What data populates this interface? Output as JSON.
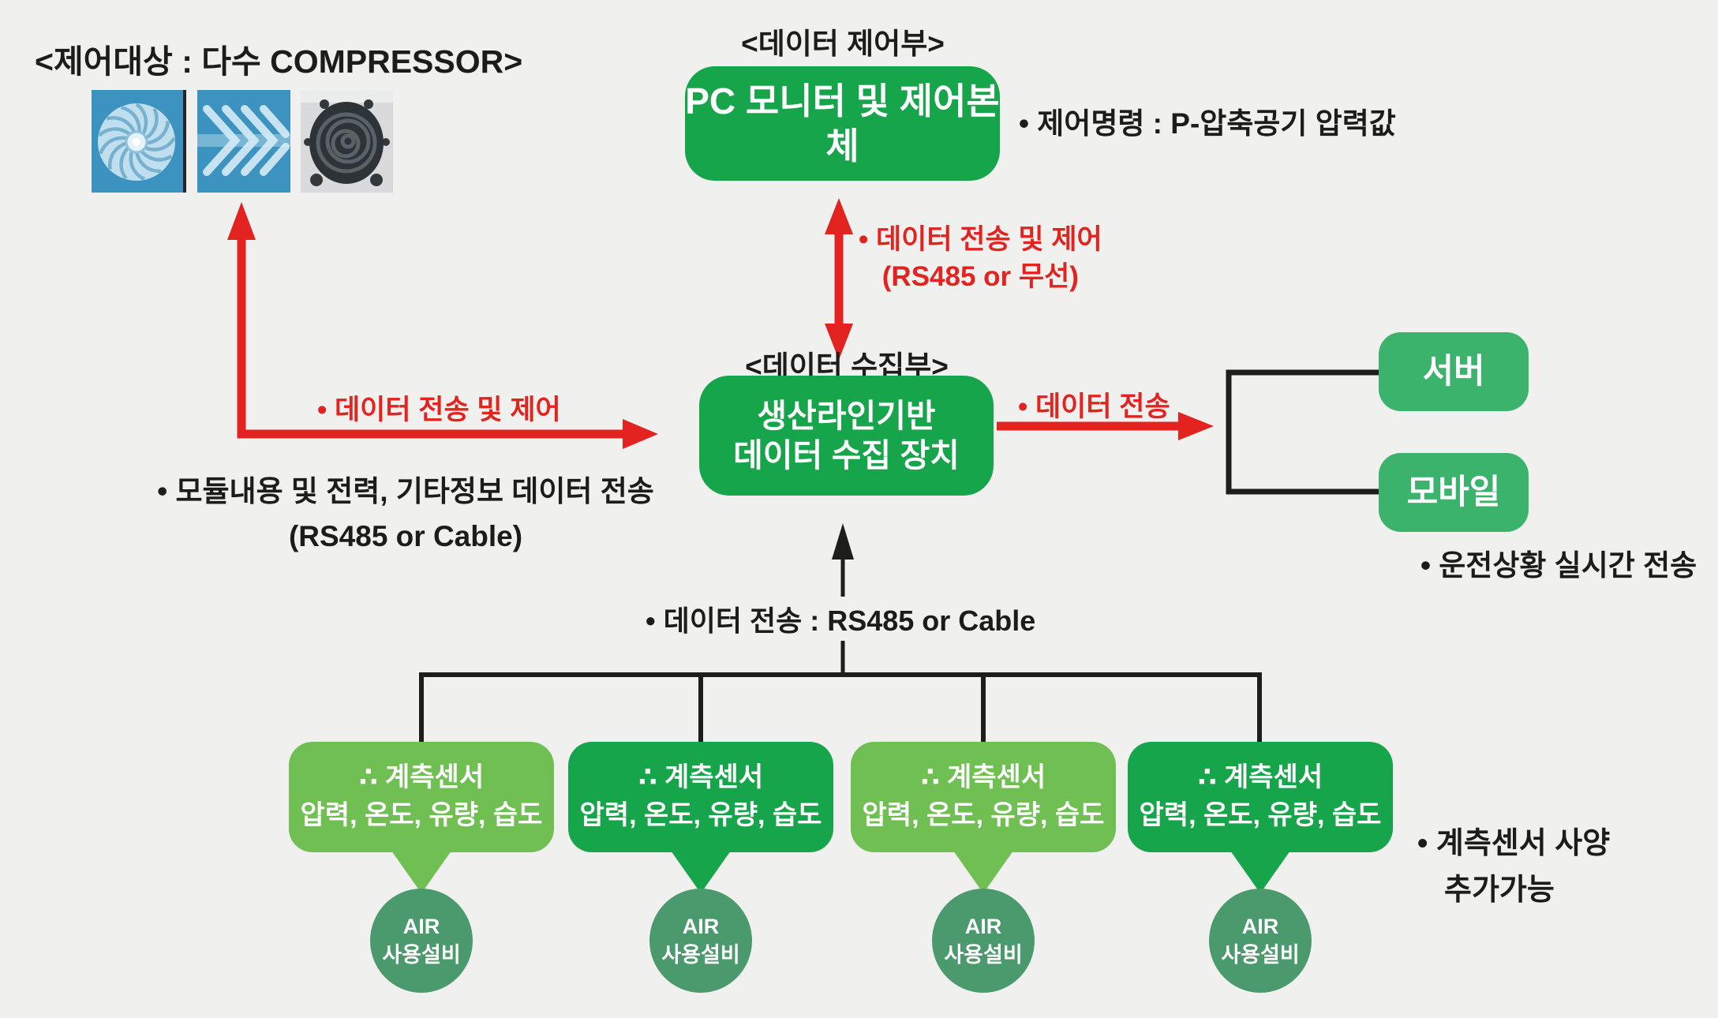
{
  "colors": {
    "background": "#f0f1ef",
    "text": "#1c1c1a",
    "red": "#e2231f",
    "green": "#17a54b",
    "green_mid": "#3cb36d",
    "green_light": "#6fbf52",
    "green_air": "#4b9a6e",
    "line": "#1d1d1b"
  },
  "control_target": {
    "title": "<제어대상 : 다수 COMPRESSOR>",
    "images": [
      "centrifugal-compressor-photo",
      "screw-compressor-photo",
      "scroll-compressor-photo"
    ]
  },
  "control": {
    "section_label": "<데이터 제어부>",
    "box_label": "PC 모니터 및 제어본체",
    "note": "• 제어명령 : P-압축공기 압력값"
  },
  "link_control_collect": {
    "line1": "• 데이터 전송 및 제어",
    "line2": "(RS485 or 무선)"
  },
  "collect": {
    "section_label": "<데이터 수집부>",
    "box_line1": "생산라인기반",
    "box_line2": "데이터 수집 장치"
  },
  "link_compressor": {
    "label": "• 데이터 전송 및 제어",
    "note_line1": "• 모듈내용 및 전력, 기타정보 데이터 전송",
    "note_line2": "(RS485 or Cable)"
  },
  "link_outputs": {
    "label": "• 데이터 전송"
  },
  "outputs": {
    "server_label": "서버",
    "mobile_label": "모바일",
    "note": "• 운전상황 실시간 전송"
  },
  "link_sensors": {
    "label": "• 데이터 전송 : RS485 or Cable"
  },
  "sensors": {
    "boxes": [
      {
        "line1": "∴ 계측센서",
        "line2": "압력, 온도, 유량, 습도"
      },
      {
        "line1": "∴ 계측센서",
        "line2": "압력, 온도, 유량, 습도"
      },
      {
        "line1": "∴ 계측센서",
        "line2": "압력, 온도, 유량, 습도"
      },
      {
        "line1": "∴ 계측센서",
        "line2": "압력, 온도, 유량, 습도"
      }
    ],
    "air_line1": "AIR",
    "air_line2": "사용설비",
    "note_line1": "• 계측센서 사양",
    "note_line2": "추가가능"
  }
}
